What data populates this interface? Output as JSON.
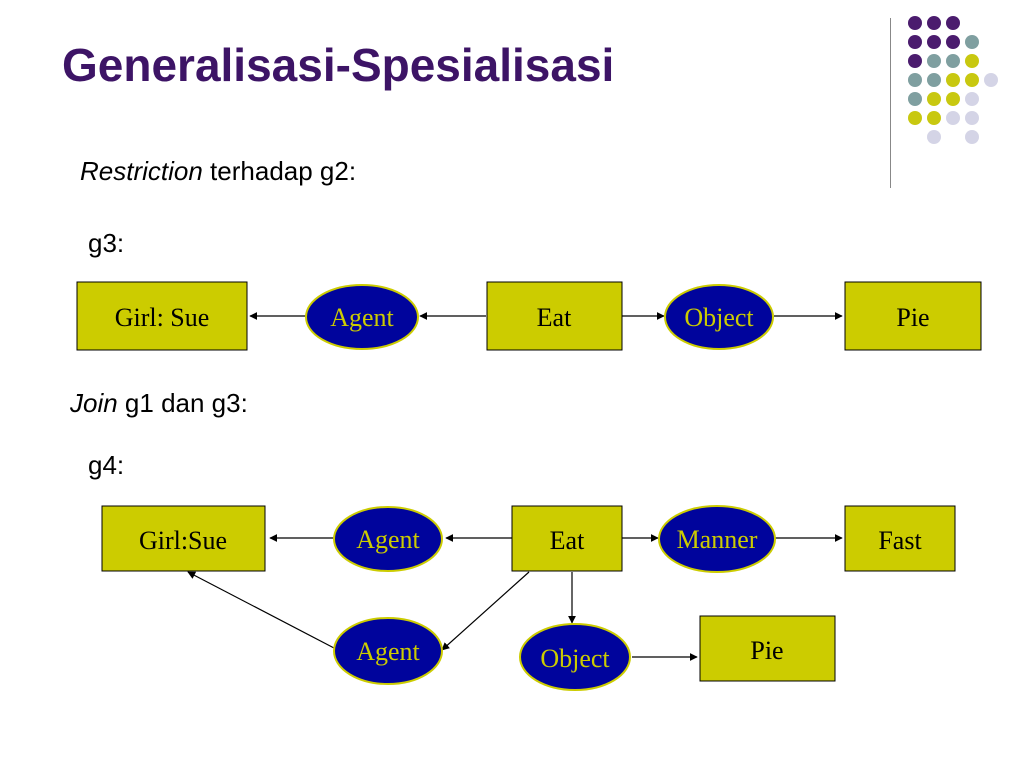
{
  "title": "Generalisasi-Spesialisasi",
  "decor_colors": {
    "purple": "#4b1c6e",
    "teal": "#7f9fa0",
    "yellow": "#c8c810",
    "lavender": "#d4d4e6"
  },
  "node_colors": {
    "concept_fill": "#cccc00",
    "relation_fill": "#00049c",
    "relation_outline": "#cccc00"
  },
  "sections": {
    "restriction_emph": "Restriction",
    "restriction_rest": " terhadap g2:",
    "g3_label": "g3:",
    "join_emph": "Join",
    "join_rest": " g1 dan g3:",
    "g4_label": "g4:"
  },
  "g3": {
    "girl": "Girl: Sue",
    "agent": "Agent",
    "eat": "Eat",
    "object": "Object",
    "pie": "Pie"
  },
  "g4": {
    "girl": "Girl:Sue",
    "agent": "Agent",
    "eat": "Eat",
    "manner": "Manner",
    "fast": "Fast",
    "agent2": "Agent",
    "object": "Object",
    "pie": "Pie"
  }
}
